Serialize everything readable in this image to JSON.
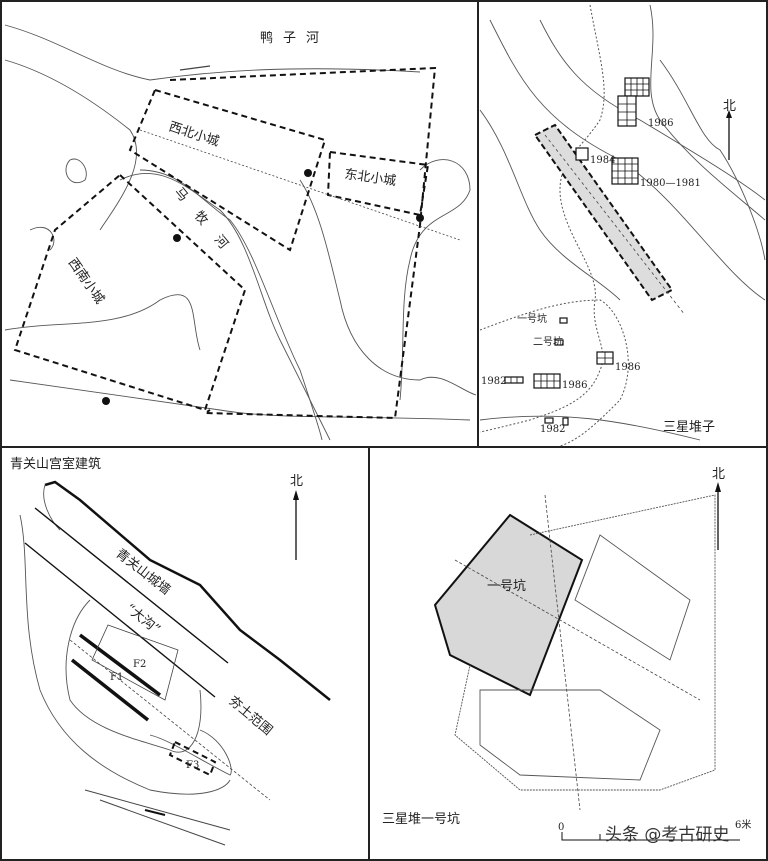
{
  "panel_top_left": {
    "river_north": "鸭子河",
    "northwest_city": "西北小城",
    "northeast_city": "东北小城",
    "mamu_river": "马牧河",
    "southwest_city": "西南小城"
  },
  "panel_top_right": {
    "north": "北",
    "years": [
      "1986",
      "1984",
      "1980—1981",
      "1986",
      "1986",
      "1982",
      "1982"
    ],
    "pit_1": "一号坑",
    "pit_2": "二号坑",
    "site_name": "三星堆子"
  },
  "panel_bottom_left": {
    "title": "青关山宫室建筑",
    "north": "北",
    "city_wall": "青关山城墙",
    "big_ditch": "“大沟”",
    "rammed_earth": "夯土范围",
    "f1": "F1",
    "f2": "F2",
    "f3": "F3"
  },
  "panel_bottom_right": {
    "north": "北",
    "pit_label": "一号坑",
    "title": "三星堆一号坑",
    "scale_zero": "0",
    "scale_end": "6米"
  },
  "watermark": "头条 @考古研史"
}
